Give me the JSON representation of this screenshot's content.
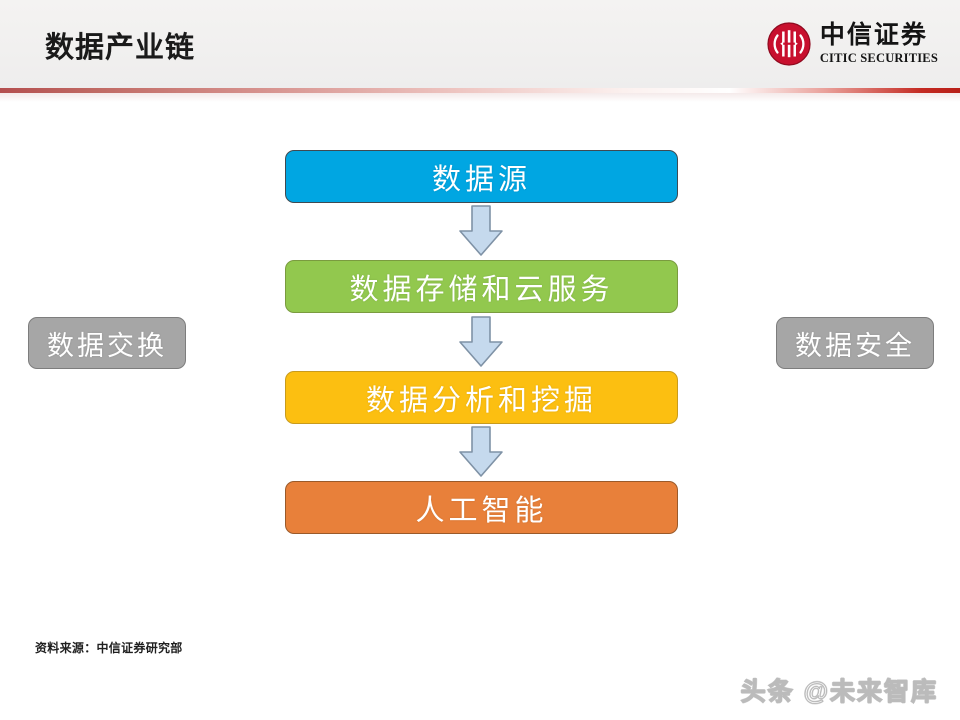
{
  "header": {
    "title": "数据产业链",
    "logo": {
      "mark_name": "citic-circle-emblem",
      "cn": "中信证券",
      "en": "CITIC SECURITIES",
      "color": "#c8102e"
    },
    "rule_color": "#b81f18"
  },
  "flow": {
    "nodes": [
      {
        "id": "source",
        "label": "数据源",
        "color": "#00a6e2",
        "border": "#3f4a52"
      },
      {
        "id": "storage",
        "label": "数据存储和云服务",
        "color": "#92c84e",
        "border": "#7a9b3f"
      },
      {
        "id": "analysis",
        "label": "数据分析和挖掘",
        "color": "#fcbf11",
        "border": "#c89b1d"
      },
      {
        "id": "ai",
        "label": "人工智能",
        "color": "#e8803a",
        "border": "#9a5a2a"
      }
    ],
    "side_nodes": [
      {
        "id": "exchange",
        "label": "数据交换",
        "color": "#a6a6a6",
        "position": "left"
      },
      {
        "id": "security",
        "label": "数据安全",
        "color": "#a6a6a6",
        "position": "right"
      }
    ],
    "arrows": [
      {
        "id": "arrow-source-to-storage",
        "direction": "down",
        "color": "#c5d9ed"
      },
      {
        "id": "arrow-storage-to-analysis",
        "direction": "down",
        "color": "#c5d9ed"
      },
      {
        "id": "arrow-analysis-to-ai",
        "direction": "down",
        "color": "#c5d9ed"
      }
    ]
  },
  "footer": {
    "source_note": "资料来源：中信证券研究部",
    "watermark": "头条 @未来智库"
  }
}
